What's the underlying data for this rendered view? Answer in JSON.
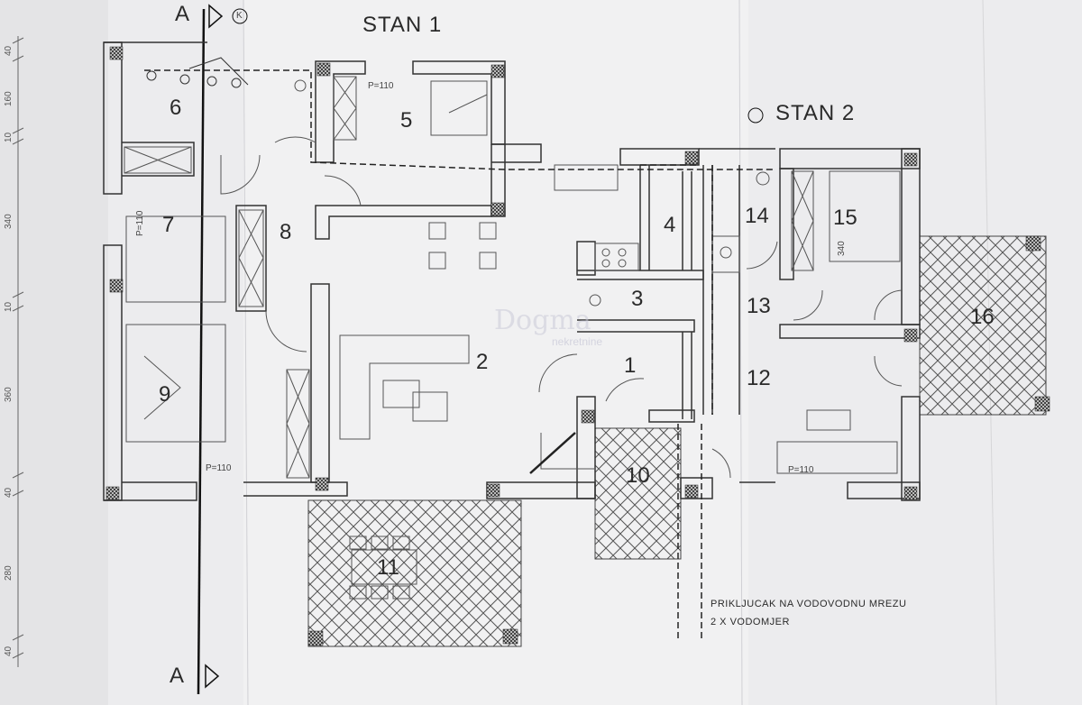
{
  "titles": {
    "stan1": "STAN 1",
    "stan2": "STAN 2",
    "section_a_top": "A",
    "section_a_bottom": "A",
    "marker": "K"
  },
  "rooms": [
    "1",
    "2",
    "3",
    "4",
    "5",
    "6",
    "7",
    "8",
    "9",
    "10",
    "11",
    "12",
    "13",
    "14",
    "15",
    "16"
  ],
  "labels": {
    "p110_a": "P=110",
    "p110_b": "P=110",
    "p110_c": "P=110",
    "p110_d": "P=110",
    "v340": "340"
  },
  "dimensions": [
    "40",
    "160",
    "10",
    "340",
    "10",
    "360",
    "40",
    "280",
    "40"
  ],
  "note": {
    "line1": "PRIKLJUCAK NA VODOVODNU MREZU",
    "line2": "2 X VODOMJER"
  },
  "watermark": {
    "brand": "Dogma",
    "sub": "nekretnine"
  }
}
